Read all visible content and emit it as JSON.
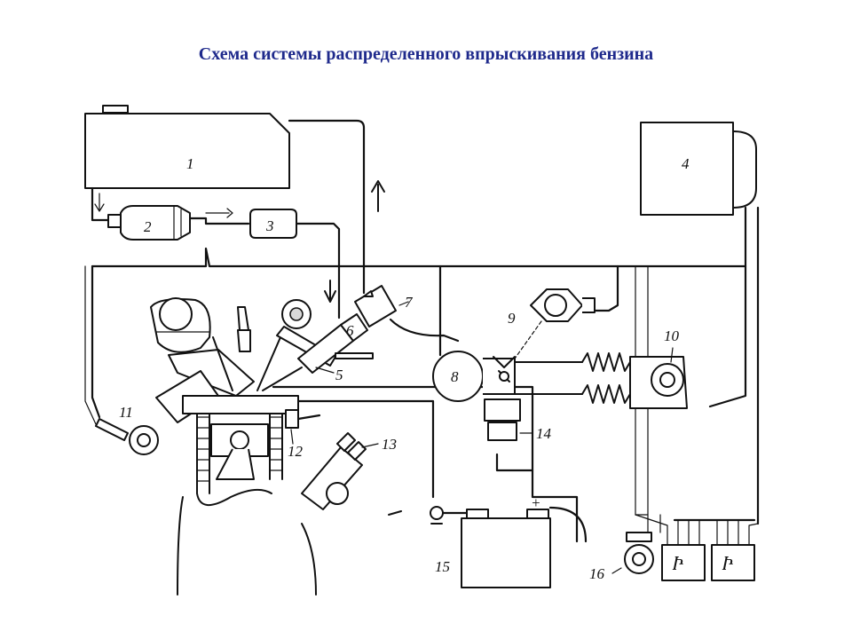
{
  "slide": {
    "title": "Схема системы распределенного впрыскивания бензина",
    "title_color": "#1f2a8c",
    "background": "#ffffff"
  },
  "diagram": {
    "line_color": "#111111",
    "component_numbers": {
      "n1": "1",
      "n2": "2",
      "n3": "3",
      "n4": "4",
      "n5": "5",
      "n6": "6",
      "n7": "7",
      "n8": "8",
      "n9": "9",
      "n10": "10",
      "n11": "11",
      "n12": "12",
      "n13": "13",
      "n14": "14",
      "n15": "15",
      "n16": "16"
    },
    "battery": {
      "plus": "+",
      "minus": "−"
    },
    "relay_symbol": "Ⴡ"
  }
}
